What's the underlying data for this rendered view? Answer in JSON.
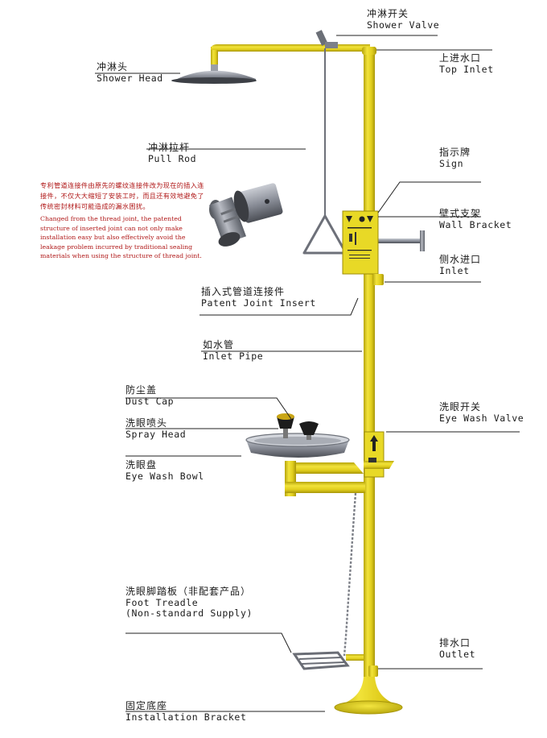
{
  "labels": {
    "shower_valve": {
      "zh": "冲淋开关",
      "en": "Shower Valve"
    },
    "top_inlet": {
      "zh": "上进水口",
      "en": "Top Inlet"
    },
    "shower_head": {
      "zh": "冲淋头",
      "en": "Shower Head"
    },
    "pull_rod": {
      "zh": "冲淋拉杆",
      "en": "Pull Rod"
    },
    "sign": {
      "zh": "指示牌",
      "en": "Sign"
    },
    "wall_bracket": {
      "zh": "壁式支架",
      "en": "Wall Bracket"
    },
    "inlet": {
      "zh": "侧水进口",
      "en": "Inlet"
    },
    "patent_joint": {
      "zh": "插入式管道连接件",
      "en": "Patent Joint Insert"
    },
    "inlet_pipe": {
      "zh": "如水管",
      "en": "Inlet Pipe"
    },
    "dust_cap": {
      "zh": "防尘盖",
      "en": "Dust Cap"
    },
    "spray_head": {
      "zh": "洗眼喷头",
      "en": "Spray Head"
    },
    "eye_wash_valve": {
      "zh": "洗眼开关",
      "en": "Eye Wash Valve"
    },
    "eye_wash_bowl": {
      "zh": "洗眼盘",
      "en": "Eye Wash Bowl"
    },
    "foot_treadle": {
      "zh": "洗眼脚踏板（非配套产品）",
      "en": "Foot Treadle",
      "en2": "(Non-standard Supply)"
    },
    "outlet": {
      "zh": "排水口",
      "en": "Outlet"
    },
    "installation_bracket": {
      "zh": "固定底座",
      "en": "Installation Bracket"
    }
  },
  "note": {
    "zh": "专利管道连接件由原先的螺纹连接件改为现在的插入连接件，不仅大大缩短了安装工时，而且还有效地避免了传统密封材料可能造成的漏水困扰。",
    "en": "Changed from the thread joint, the patented structure of inserted joint can not only make installation easy but also effectively avoid the leakage problem incurred by traditional sealing materials when using the structure of thread joint."
  },
  "colors": {
    "pipe": "#e3d11f",
    "pipe_shade": "#b9a80e",
    "metal": "#8a8e98",
    "metal_dark": "#55585f",
    "note_text": "#b01818"
  }
}
